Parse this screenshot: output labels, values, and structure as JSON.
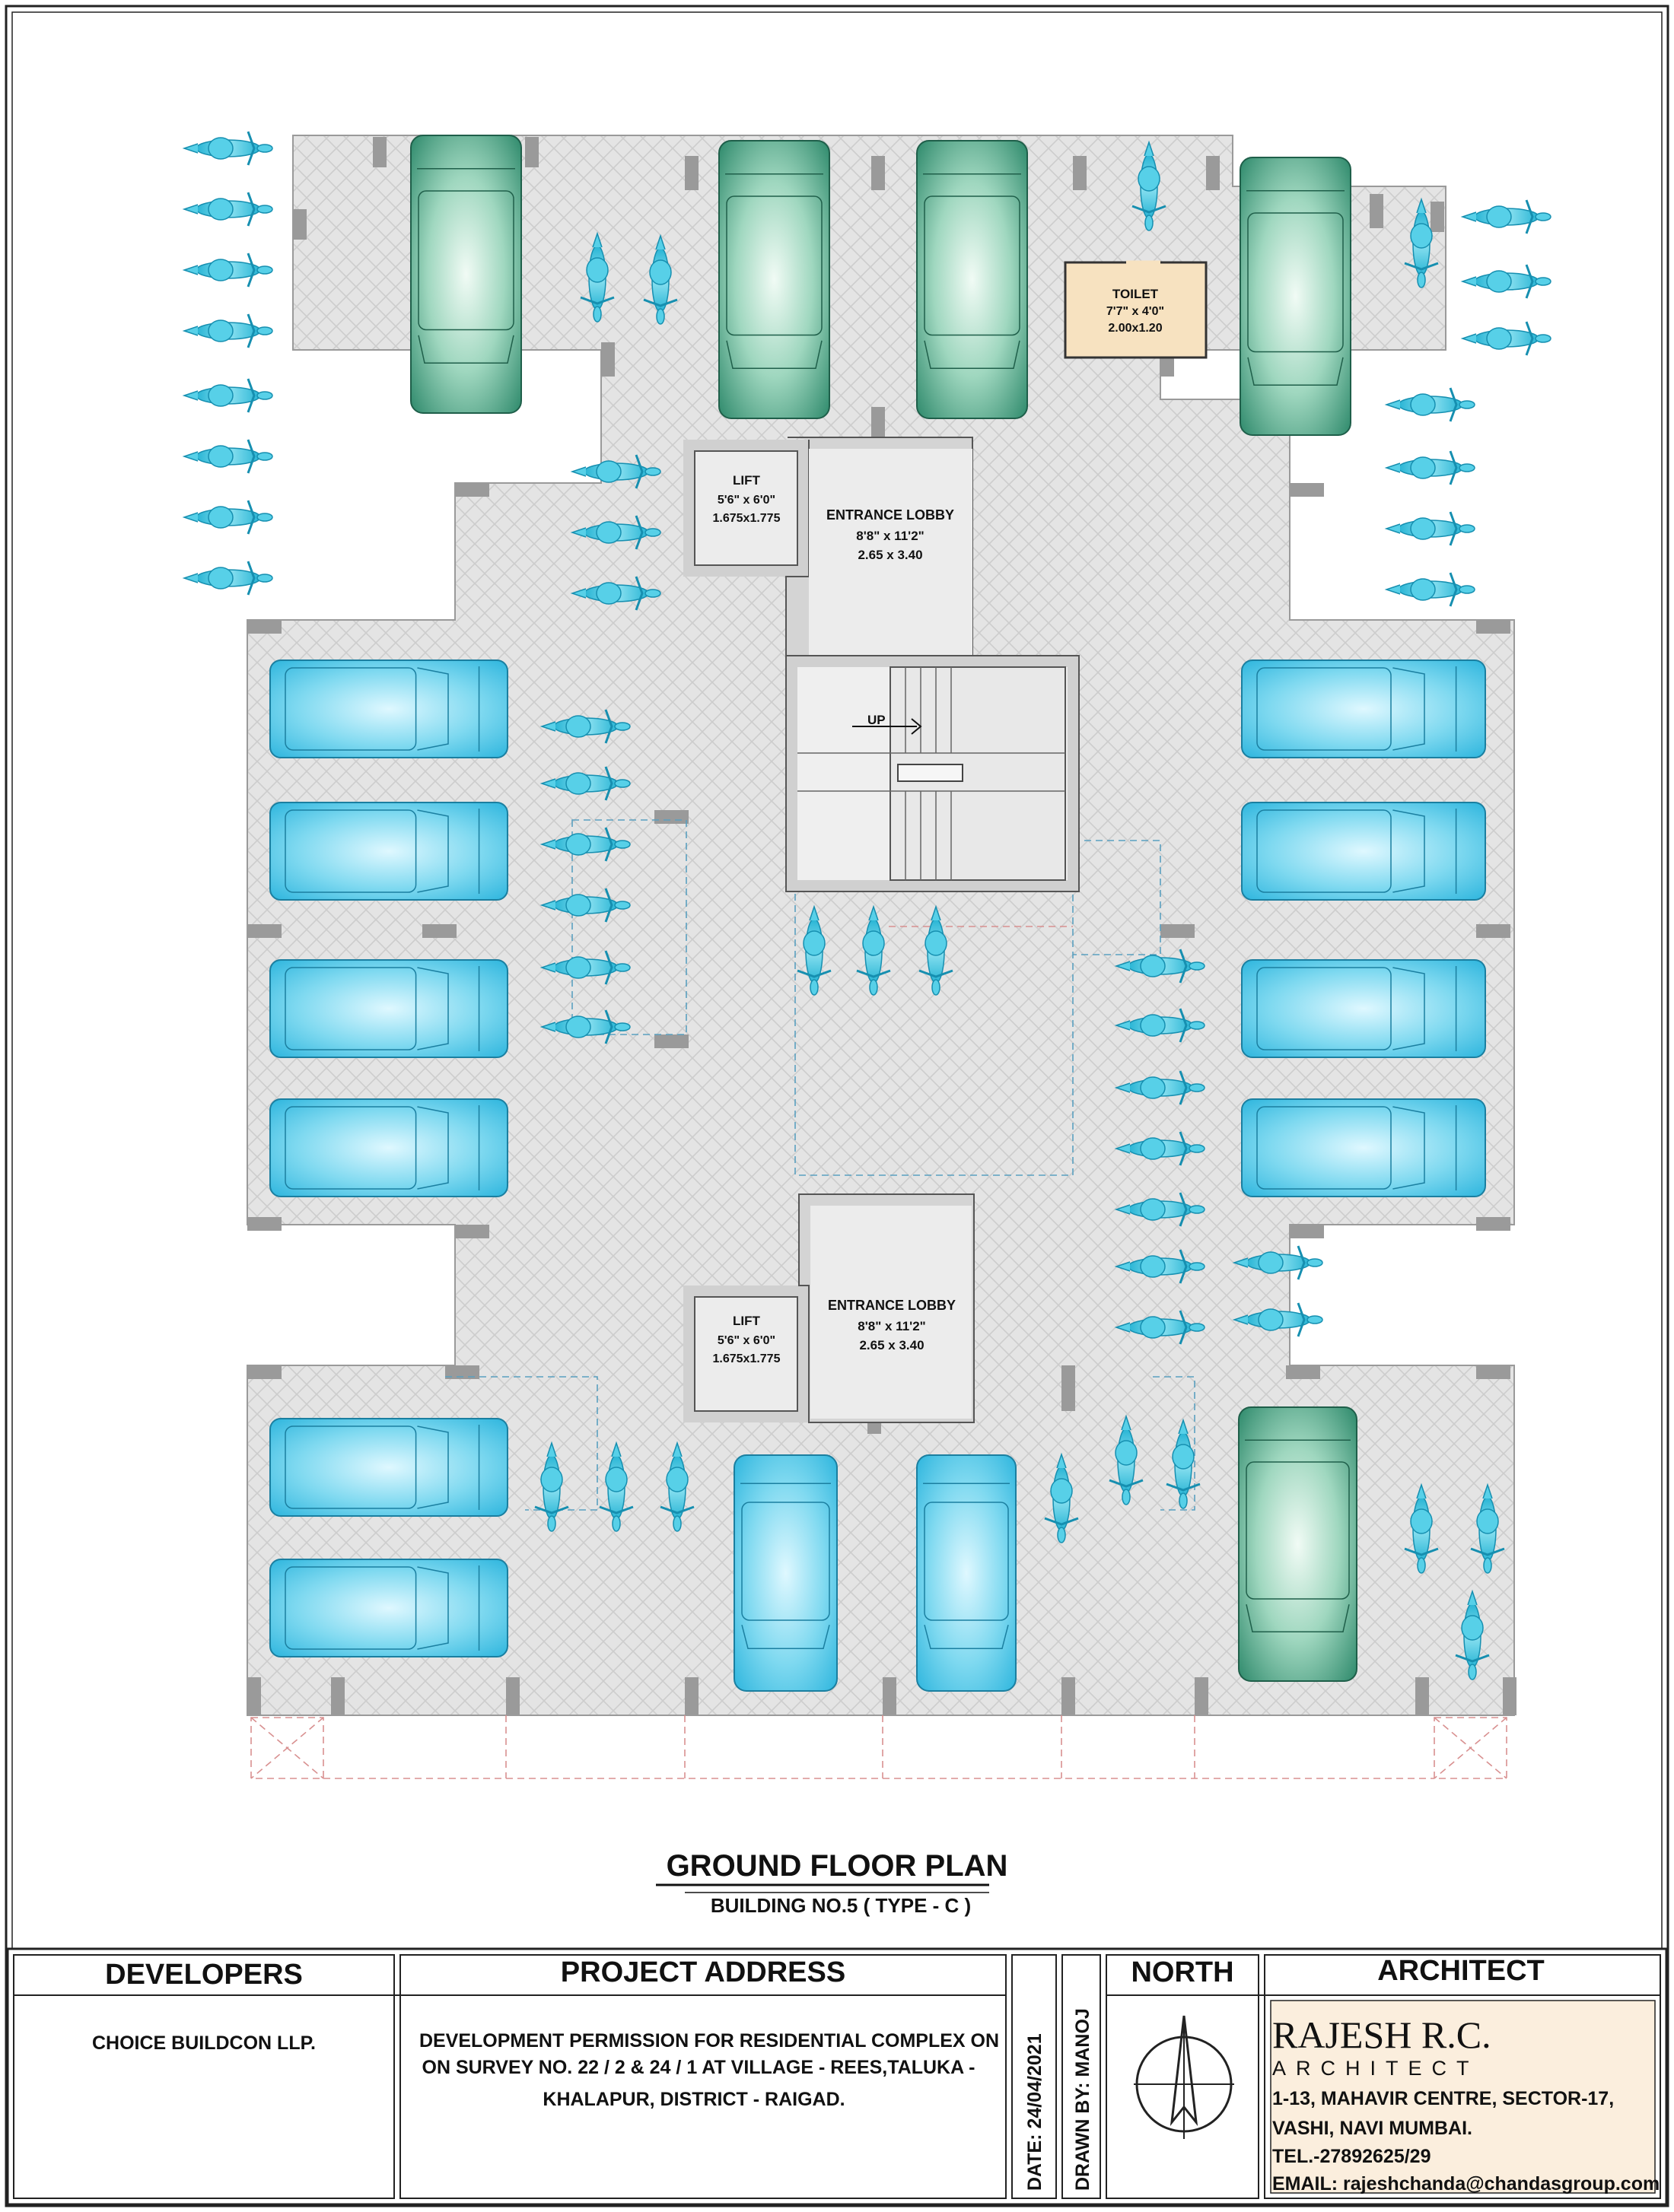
{
  "plan": {
    "title": "GROUND FLOOR PLAN",
    "subtitle": "BUILDING NO.5  ( TYPE - C )"
  },
  "rooms": {
    "toilet": {
      "name": "TOILET",
      "size_ft": "7'7\" x 4'0\"",
      "size_m": "2.00x1.20"
    },
    "lift_top": {
      "name": "LIFT",
      "size_ft": "5'6\" x 6'0\"",
      "size_m": "1.675x1.775"
    },
    "lobby_top": {
      "name": "ENTRANCE LOBBY",
      "size_ft": "8'8\" x 11'2\"",
      "size_m": "2.65 x 3.40"
    },
    "lift_bottom": {
      "name": "LIFT",
      "size_ft": "5'6\" x 6'0\"",
      "size_m": "1.675x1.775"
    },
    "lobby_bottom": {
      "name": "ENTRANCE LOBBY",
      "size_ft": "8'8\" x 11'2\"",
      "size_m": "2.65 x 3.40"
    },
    "stair_label": "UP"
  },
  "title_block": {
    "developers_head": "DEVELOPERS",
    "developers": "CHOICE BUILDCON LLP.",
    "address_head": "PROJECT ADDRESS",
    "address_lines": [
      "DEVELOPMENT PERMISSION FOR  RESIDENTIAL COMPLEX ON",
      "ON SURVEY NO. 22 / 2 & 24 / 1 AT VILLAGE - REES,TALUKA -",
      "KHALAPUR, DISTRICT - RAIGAD."
    ],
    "date": "DATE: 24/04/2021",
    "drawn_by": "DRAWN BY: MANOJ",
    "north_head": "NORTH",
    "architect_head": "ARCHITECT",
    "architect_name": "RAJESH R.C.",
    "architect_sub": "ARCHITECT",
    "architect_lines": [
      "1-13, MAHAVIR CENTRE, SECTOR-17,",
      "VASHI, NAVI MUMBAI.",
      "TEL.-27892625/29",
      "EMAIL: rajeshchanda@chandasgroup.com"
    ]
  },
  "colors": {
    "floor": "#e4e4e4",
    "column": "#9a9a9a",
    "car_blue": "#4cc8e8",
    "car_green": "#3f9a7c",
    "bike": "#3fc4dc",
    "toilet": "#f7e2c0",
    "architect_panel": "#fbeedd"
  }
}
